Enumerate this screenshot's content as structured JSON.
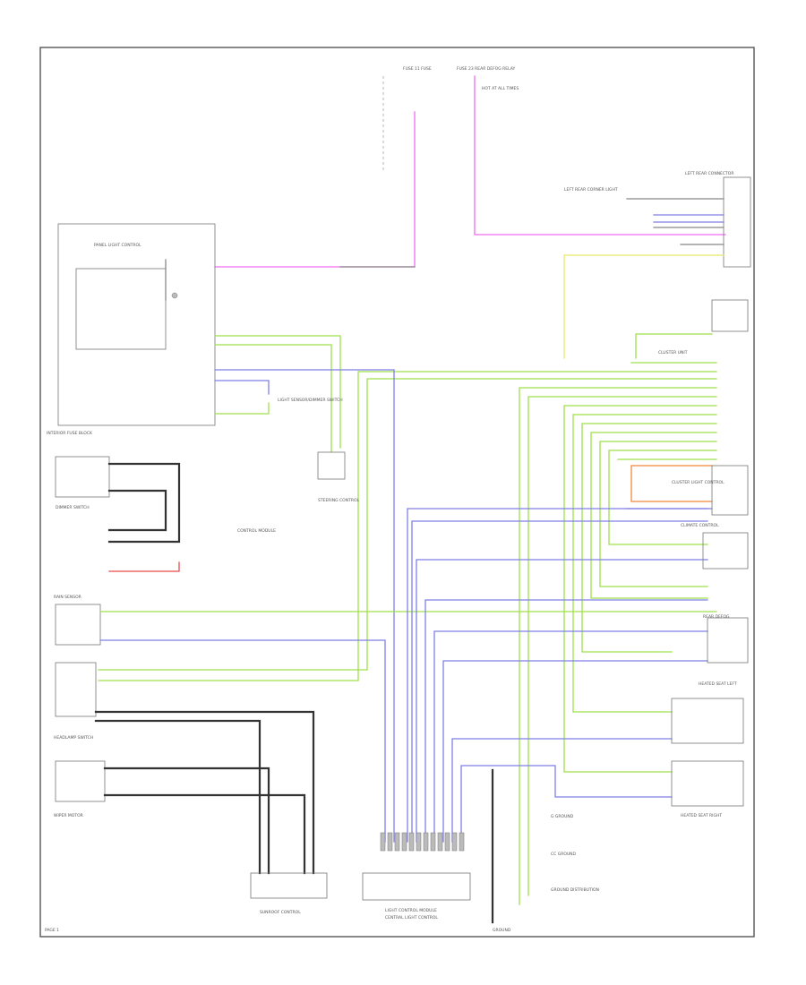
{
  "diagram": {
    "labels": {
      "fuse_top_left": "FUSE 11 FUSE",
      "fuse_top_right": "FUSE 23 REAR DEFOG RELAY",
      "hot_at_all_times": "HOT AT ALL TIMES",
      "panel_light_control": "PANEL LIGHT CONTROL",
      "interior_fuse_block": "INTERIOR FUSE BLOCK",
      "left_rear_cornering": "LEFT REAR CORNER LIGHT",
      "left_rear_connector": "LEFT REAR CONNECTOR",
      "cluster_unit": "CLUSTER UNIT",
      "light_sensor_switch": "LIGHT SENSOR/DIMMER SWITCH",
      "cluster_light_control": "CLUSTER LIGHT CONTROL",
      "sunroof_control": "SUNROOF CONTROL",
      "steering_control": "STEERING CONTROL",
      "rain_sensor": "RAIN SENSOR",
      "headlamp_switch": "HEADLAMP SWITCH",
      "wiper_motor": "WIPER MOTOR",
      "ground_dist": "GROUND DISTRIBUTION",
      "rear_defog": "REAR DEFOG",
      "climate_control": "CLIMATE CONTROL",
      "dimmer_switch": "DIMMER SWITCH",
      "heated_seat_left": "HEATED SEAT LEFT",
      "heated_seat_right": "HEATED SEAT RIGHT",
      "module_bottom": "LIGHT CONTROL MODULE",
      "module_bottom_sub": "CENTRAL LIGHT CONTROL",
      "control_module": "CONTROL MODULE",
      "g_ground": "G GROUND",
      "cc_ground": "CC GROUND",
      "page_ref": "PAGE 1",
      "bottom_center": "GROUND"
    }
  }
}
